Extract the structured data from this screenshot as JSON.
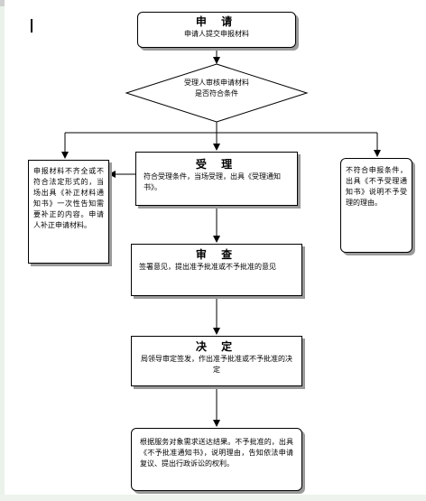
{
  "flow": {
    "apply": {
      "title": "申 请",
      "text": "申请人提交申报材料"
    },
    "review_condition": {
      "line1": "受理人审核申请材料",
      "line2": "是否符合条件"
    },
    "incomplete": {
      "text": "申报材料不齐全或不符合法定形式的，当场出具《补正材料通知书》一次性告知需要补正的内容。申请人补正申请材料。"
    },
    "accept": {
      "title": "受 理",
      "text": "符合受理条件，当场受理，出具《受理通知书》。"
    },
    "reject": {
      "text": "不符合申报条件，出具《不予受理通知书》说明不予受理的理由。"
    },
    "examine": {
      "title": "审 查",
      "text": "签署意见，提出准予批准或不予批准的意见"
    },
    "decide": {
      "title": "决 定",
      "text": "局领导审定签发，作出准予批准或不予批准的决定"
    },
    "deliver": {
      "text": "根据服务对象需求送达结果。不予批准的，出具《不予批准通知书》，说明理由，告知依法申请复议、提出行政诉讼的权利。"
    }
  }
}
